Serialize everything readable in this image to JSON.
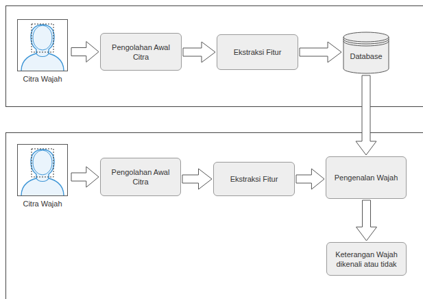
{
  "diagram": {
    "nodes": [
      {
        "text": [
          "Citra Wajah"
        ]
      },
      {
        "text": [
          "Pengolahan Awal Citra"
        ]
      },
      {
        "text": [
          "Ekstraksi Fitur"
        ]
      },
      {
        "text": [
          "Database"
        ]
      },
      {
        "text": [
          "Citra Wajah"
        ]
      },
      {
        "text": [
          "Pengolahan Awal Citra"
        ]
      },
      {
        "text": [
          "Ekstraksi Fitur"
        ]
      },
      {
        "text": [
          "Pengenalan Wajah"
        ]
      },
      {
        "text": [
          "Keterangan Wajah dikenali atau tidak"
        ]
      }
    ],
    "edges": [
      {
        "from": 0,
        "to": 1,
        "arrow": "to"
      },
      {
        "from": 1,
        "to": 2,
        "arrow": "to"
      },
      {
        "from": 2,
        "to": 3,
        "arrow": "to"
      },
      {
        "from": 3,
        "to": 7,
        "arrow": "to"
      },
      {
        "from": 4,
        "to": 5,
        "arrow": "to"
      },
      {
        "from": 5,
        "to": 6,
        "arrow": "to"
      },
      {
        "from": 6,
        "to": 7,
        "arrow": "to"
      },
      {
        "from": 7,
        "to": 8,
        "arrow": "to"
      }
    ]
  }
}
